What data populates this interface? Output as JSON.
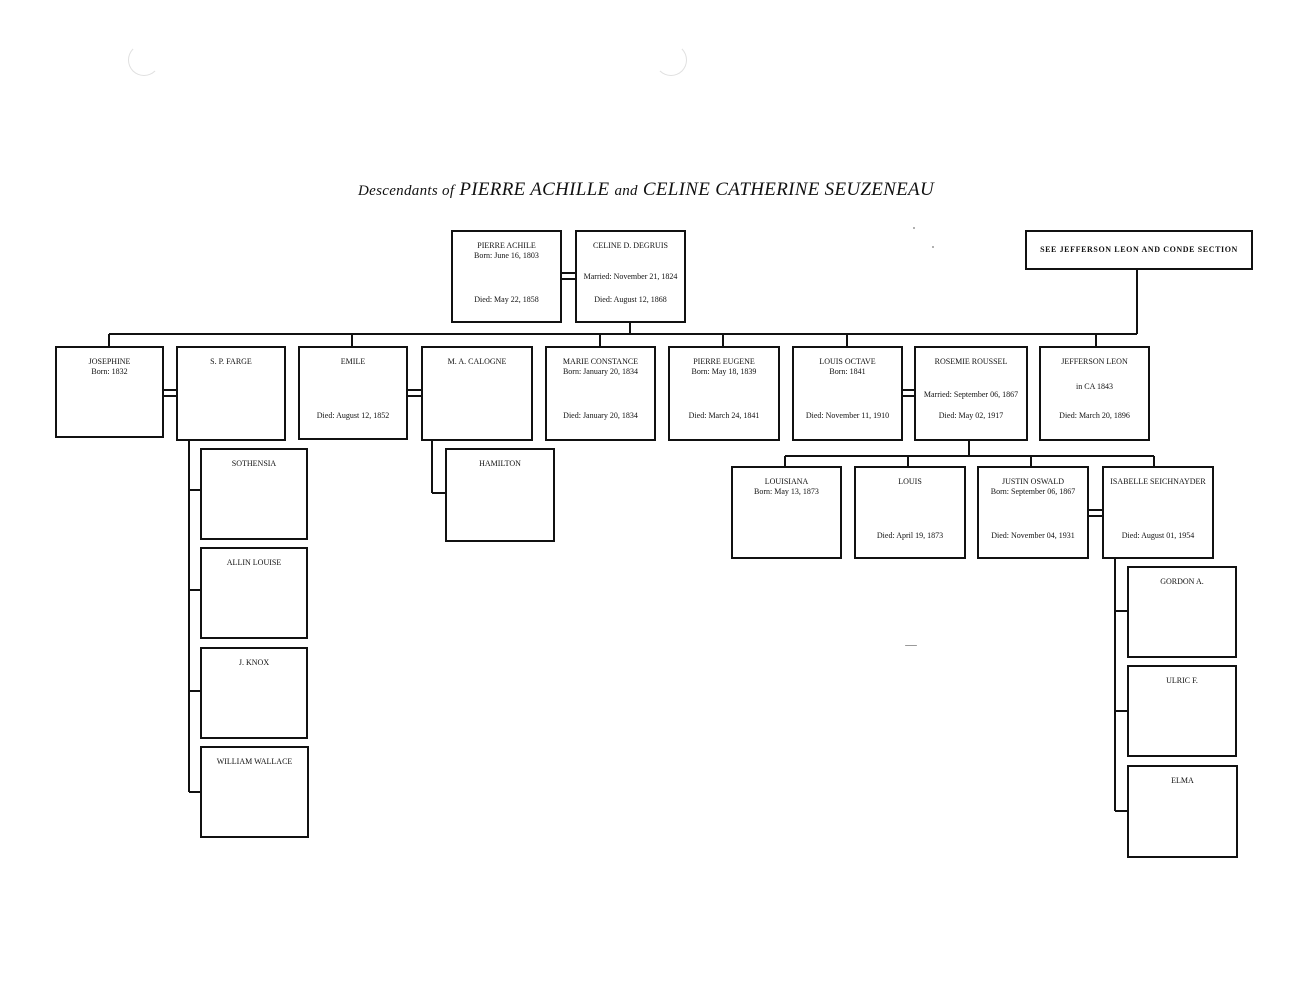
{
  "title": {
    "prefix": "Descendants of",
    "names": "PIERRE ACHILLE",
    "conj": "and",
    "names2": "CELINE CATHERINE SEUZENEAU"
  },
  "note": "SEE JEFFERSON LEON AND CONDE SECTION",
  "parents": {
    "father": {
      "name": "PIERRE ACHILE",
      "born": "Born: June 16, 1803",
      "died": "Died: May 22, 1858"
    },
    "mother": {
      "name": "CELINE D. DeGRUIS",
      "married": "Married: November 21, 1824",
      "died": "Died: August 12, 1868"
    }
  },
  "children": [
    {
      "name": "JOSEPHINE",
      "born": "Born: 1832"
    },
    {
      "name": "S. P. FARGE"
    },
    {
      "name": "EMILE",
      "died": "Died: August 12, 1852"
    },
    {
      "name": "M. A. CALOGNE"
    },
    {
      "name": "MARIE CONSTANCE",
      "born": "Born: January 20, 1834",
      "died": "Died: January 20, 1834"
    },
    {
      "name": "PIERRE EUGENE",
      "born": "Born: May 18, 1839",
      "died": "Died: March 24, 1841"
    },
    {
      "name": "LOUIS OCTAVE",
      "born": "Born: 1841",
      "died": "Died: November 11, 1910"
    },
    {
      "name": "ROSEMIE ROUSSEL",
      "married": "Married: September 06, 1867",
      "died": "Died: May 02, 1917"
    },
    {
      "name": "JEFFERSON LEON",
      "born": "in CA 1843",
      "died": "Died: March 20, 1896"
    }
  ],
  "farge_children": [
    "SOTHENSIA",
    "ALLIN LOUISE",
    "J. KNOX",
    "WILLIAM WALLACE"
  ],
  "calogne_children": [
    "HAMILTON"
  ],
  "octave_children": [
    {
      "name": "LOUISIANA",
      "born": "Born: May 13, 1873"
    },
    {
      "name": "LOUIS",
      "died": "Died: April 19, 1873"
    },
    {
      "name": "JUSTIN OSWALD",
      "born": "Born: September 06, 1867",
      "died": "Died: November 04, 1931"
    },
    {
      "name": "ISABELLE SEICHNAYDER",
      "died": "Died: August 01, 1954"
    }
  ],
  "justin_children": [
    "GORDON A.",
    "ULRIC F.",
    "ELMA"
  ]
}
